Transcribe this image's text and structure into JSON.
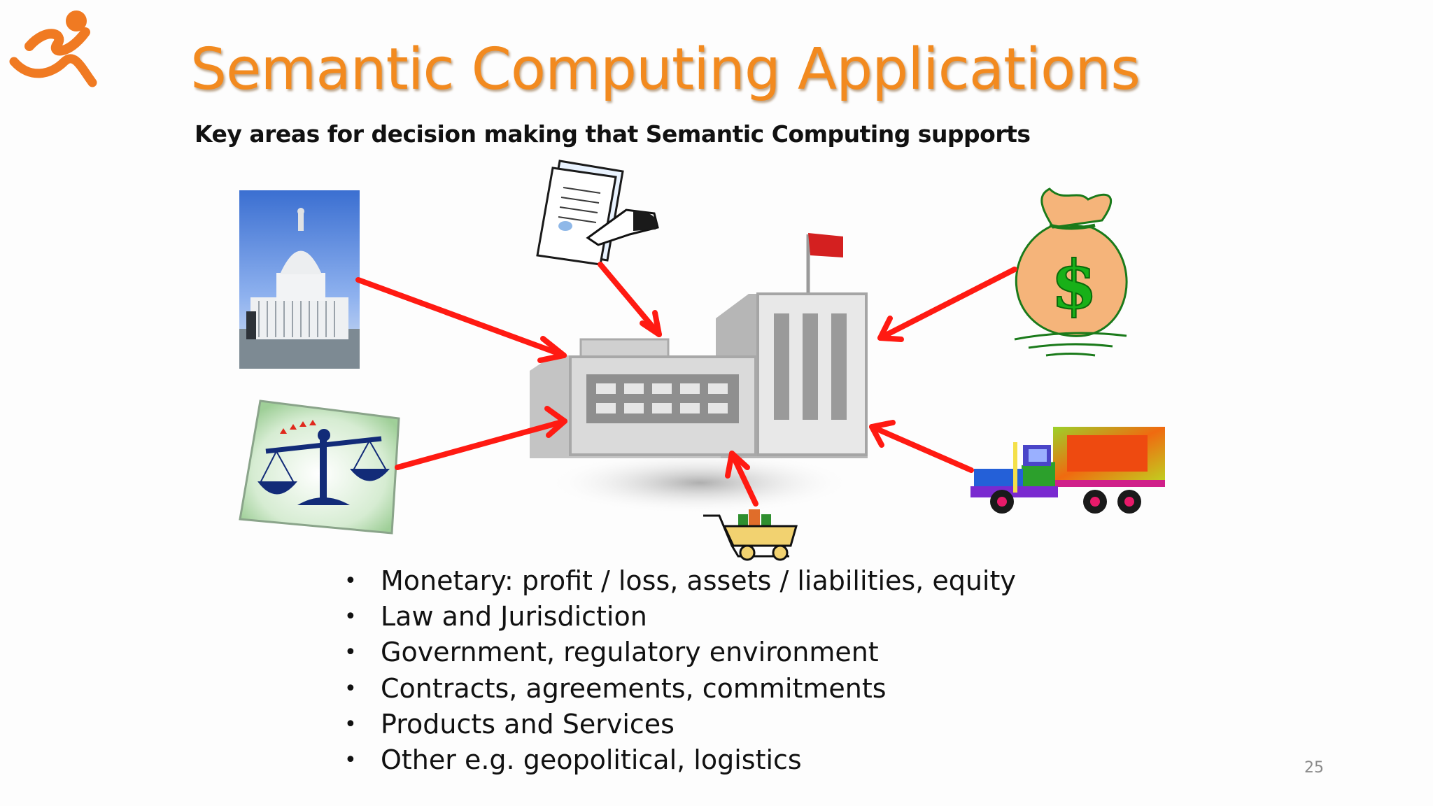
{
  "slide": {
    "title": "Semantic Computing Applications",
    "subtitle": "Key areas for decision making that Semantic Computing supports",
    "page_number": "25",
    "bullet_glyph": "•",
    "bullets": [
      "Monetary: profit / loss, assets / liabilities, equity",
      "Law and Jurisdiction",
      "Government, regulatory environment",
      "Contracts, agreements, commitments",
      "Products and Services",
      "Other e.g. geopolitical, logistics"
    ]
  },
  "diagram": {
    "center_icon": "factory-icon",
    "sources": [
      "capitol-building-icon",
      "contract-signing-icon",
      "money-bag-icon",
      "scales-of-justice-icon",
      "shopping-cart-icon",
      "delivery-truck-icon"
    ]
  },
  "colors": {
    "title": "#f28a1f",
    "arrow": "#ff1a12",
    "logo": "#f07a22",
    "text": "#111111",
    "page_number": "#8a8a8a"
  }
}
